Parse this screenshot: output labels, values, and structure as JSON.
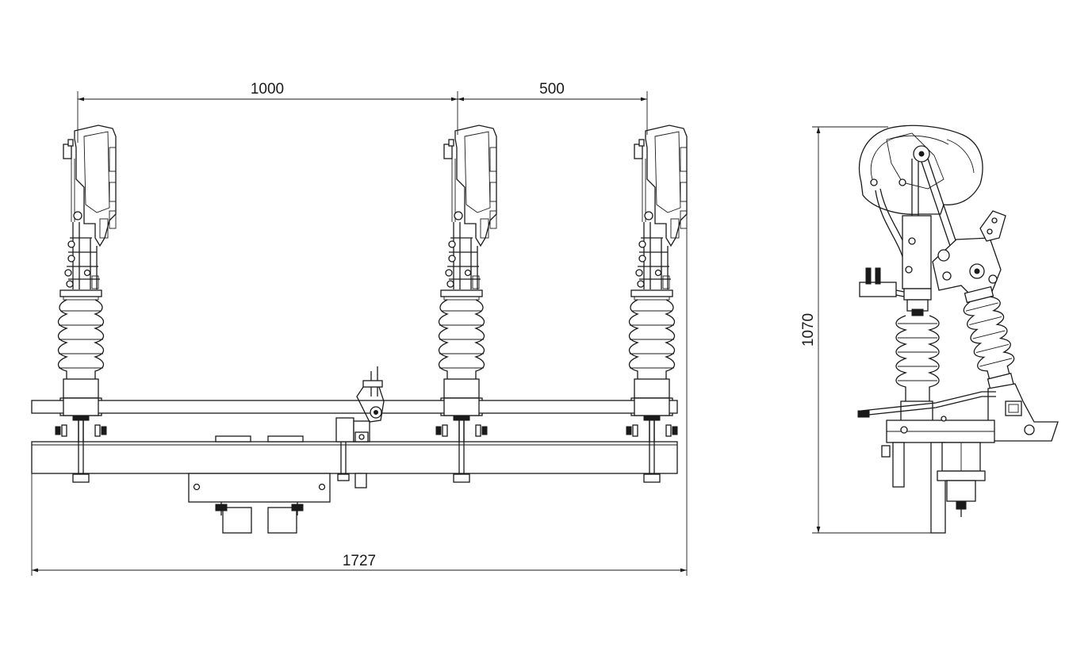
{
  "dimensions": {
    "pitch_1": "1000",
    "pitch_2": "500",
    "total_length": "1727",
    "height": "1070"
  },
  "colors": {
    "line": "#1a1a1a",
    "background": "#ffffff"
  }
}
